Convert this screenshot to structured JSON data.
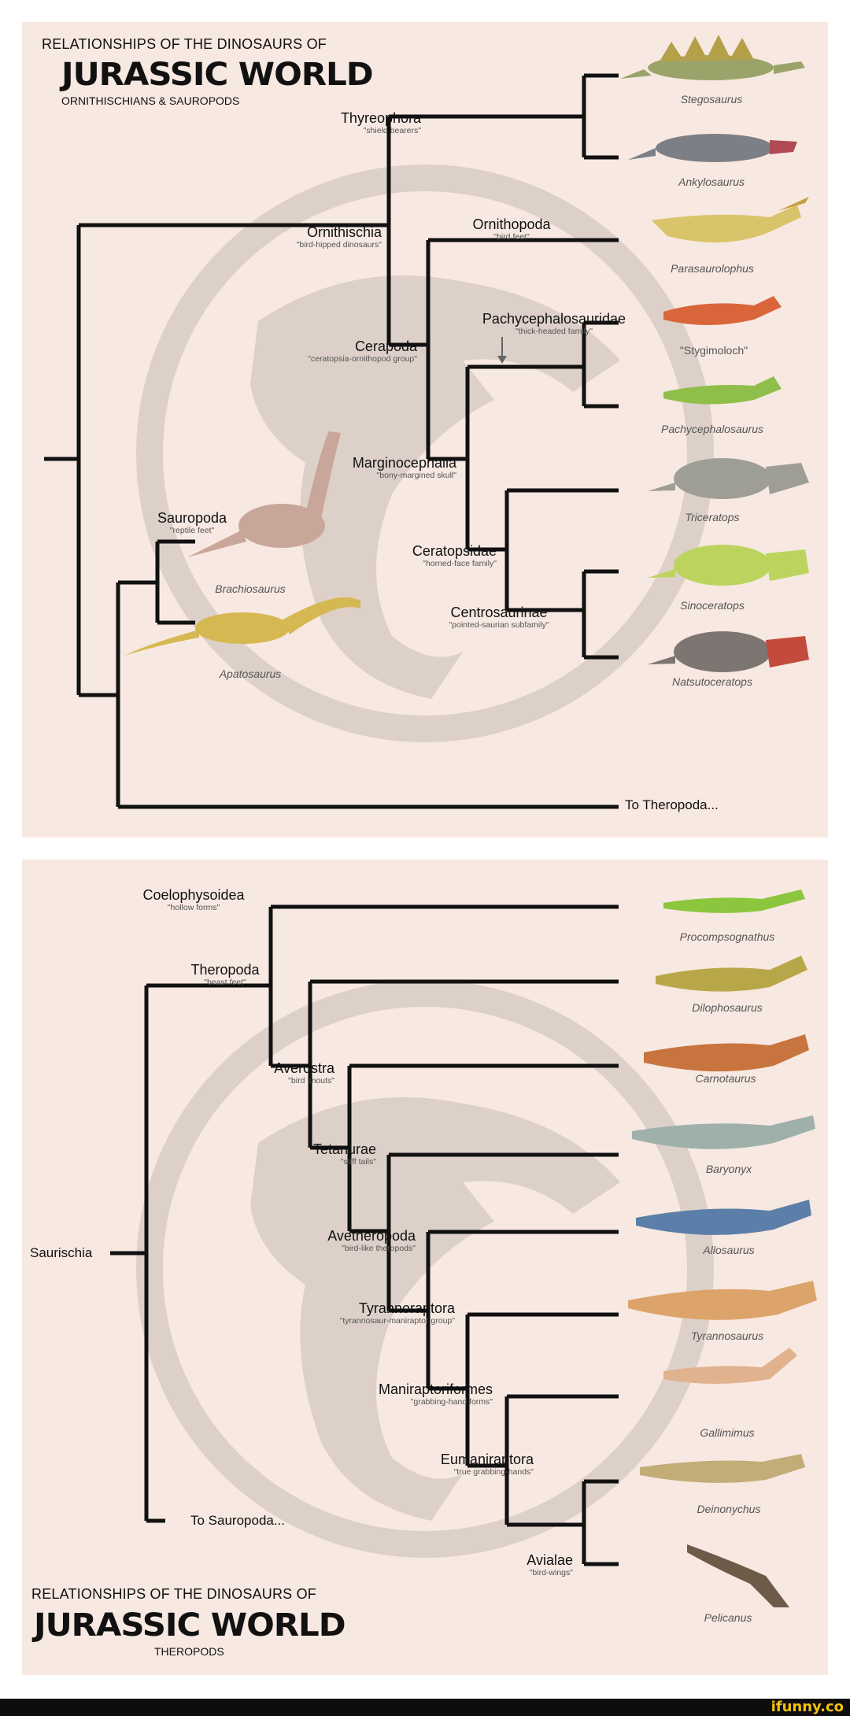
{
  "top": {
    "title": "RELATIONSHIPS OF THE DINOSAURS OF",
    "brand": "JURASSIC WORLD",
    "subtitle": "ORNITHISCHIANS & SAUROPODS",
    "clades": [
      {
        "name": "Thyreophora",
        "note": "\"shield bearers\""
      },
      {
        "name": "Ornithischia",
        "note": "\"bird-hipped dinosaurs\""
      },
      {
        "name": "Ornithopoda",
        "note": "\"bird feet\""
      },
      {
        "name": "Pachycephalosauridae",
        "note": "\"thick-headed family\""
      },
      {
        "name": "Cerapoda",
        "note": "\"ceratopsia-ornithopod group\""
      },
      {
        "name": "Marginocephalia",
        "note": "\"bony-margined skull\""
      },
      {
        "name": "Sauropoda",
        "note": "\"reptile feet\""
      },
      {
        "name": "Ceratopsidae",
        "note": "\"horned-face family\""
      },
      {
        "name": "Centrosaurinae",
        "note": "\"pointed-saurian subfamily\""
      }
    ],
    "taxa": [
      "Stegosaurus",
      "Ankylosaurus",
      "Parasaurolophus",
      "\"Stygimoloch\"",
      "Pachycephalosaurus",
      "Triceratops",
      "Sinoceratops",
      "Natsutoceratops",
      "Brachiosaurus",
      "Apatosaurus"
    ],
    "continue": "To Theropoda..."
  },
  "bottom": {
    "title": "RELATIONSHIPS OF THE DINOSAURS OF",
    "brand": "JURASSIC WORLD",
    "subtitle": "THEROPODS",
    "clades": [
      {
        "name": "Coelophysoidea",
        "note": "\"hollow forms\""
      },
      {
        "name": "Theropoda",
        "note": "\"beast feet\""
      },
      {
        "name": "Averostra",
        "note": "\"bird snouts\""
      },
      {
        "name": "Tetanurae",
        "note": "\"stiff tails\""
      },
      {
        "name": "Avetheropoda",
        "note": "\"bird-like theropods\""
      },
      {
        "name": "Tyrannoraptora",
        "note": "\"tyrannosaur-maniraptor group\""
      },
      {
        "name": "Maniraptoriformes",
        "note": "\"grabbing-hand forms\""
      },
      {
        "name": "Eumaniraptora",
        "note": "\"true grabbing-hands\""
      },
      {
        "name": "Avialae",
        "note": "\"bird-wings\""
      }
    ],
    "root": "Saurischia",
    "taxa": [
      "Procompsognathus",
      "Dilophosaurus",
      "Carnotaurus",
      "Baryonyx",
      "Allosaurus",
      "Tyrannosaurus",
      "Gallimimus",
      "Deinonychus",
      "Pelicanus"
    ],
    "continue": "To Sauropoda..."
  },
  "watermark": "ifunny.co",
  "colors": {
    "panel": "#f7e8e1",
    "line": "#111111",
    "watermark_logo": "#ddd0c9"
  }
}
